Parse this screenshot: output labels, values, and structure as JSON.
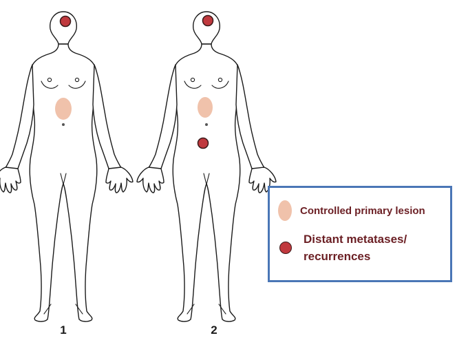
{
  "figures": [
    {
      "number": "1"
    },
    {
      "number": "2"
    }
  ],
  "legend": {
    "primary_label": "Controlled primary lesion",
    "distant_label_line1": "Distant metatases/",
    "distant_label_line2": "recurrences"
  },
  "colors": {
    "primary_lesion": "#f0c2ab",
    "distant_lesion": "#c0393e",
    "legend_border": "#4a76b6",
    "legend_text": "#6b1f24"
  }
}
